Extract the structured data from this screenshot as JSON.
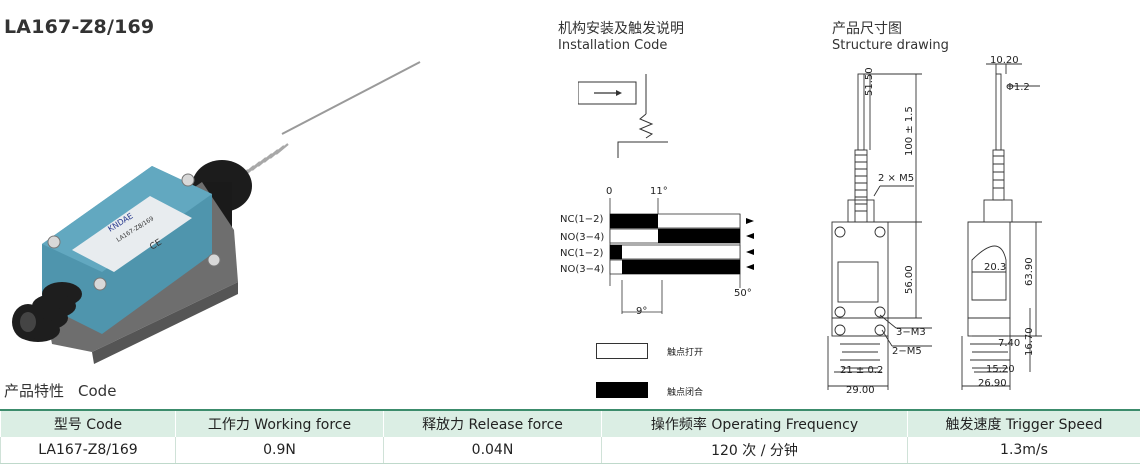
{
  "product_title": "LA167-Z8/169",
  "features": {
    "zh": "产品特性",
    "en": "Code"
  },
  "photo": {
    "brand_label": "KNDAE",
    "model_label": "LA167-Z8/169",
    "mark_label": "CE"
  },
  "installation": {
    "title_zh": "机构安装及触发说明",
    "title_en": "Installation Code",
    "timing": {
      "angle_start": "0",
      "angle_travel": "11°",
      "angle_end": "50°",
      "angle_diff": "9°",
      "rows": [
        "NC(1−2)",
        "NO(3−4)",
        "NC(1−2)",
        "NO(3−4)"
      ]
    },
    "legend": {
      "open": "触点打开",
      "closed": "触点闭合"
    }
  },
  "structure": {
    "title_zh": "产品尺寸图",
    "title_en": "Structure drawing",
    "dims": {
      "d1": "51.50",
      "d2": "100 ± 1.5",
      "d3": "2 × M5",
      "d4": "56.00",
      "d5": "3−M3",
      "d6": "2−M5",
      "d7": "21 ± 0.2",
      "d8": "29.00",
      "d9": "10.20",
      "d10": "Φ1.2",
      "d11": "20.3",
      "d12": "63.90",
      "d13": "7.40",
      "d14": "16.70",
      "d15": "15.20",
      "d16": "26.90"
    }
  },
  "table": {
    "headers": [
      "型号 Code",
      "工作力 Working force",
      "释放力 Release force",
      "操作频率 Operating Frequency",
      "触发速度 Trigger Speed"
    ],
    "rows": [
      [
        "LA167-Z8/169",
        "0.9N",
        "0.04N",
        "120 次 / 分钟",
        "1.3m/s"
      ]
    ]
  },
  "colors": {
    "header_bg": "#dbeee4",
    "header_line": "#3c8c6c",
    "switch_body": "#4f95ad"
  }
}
